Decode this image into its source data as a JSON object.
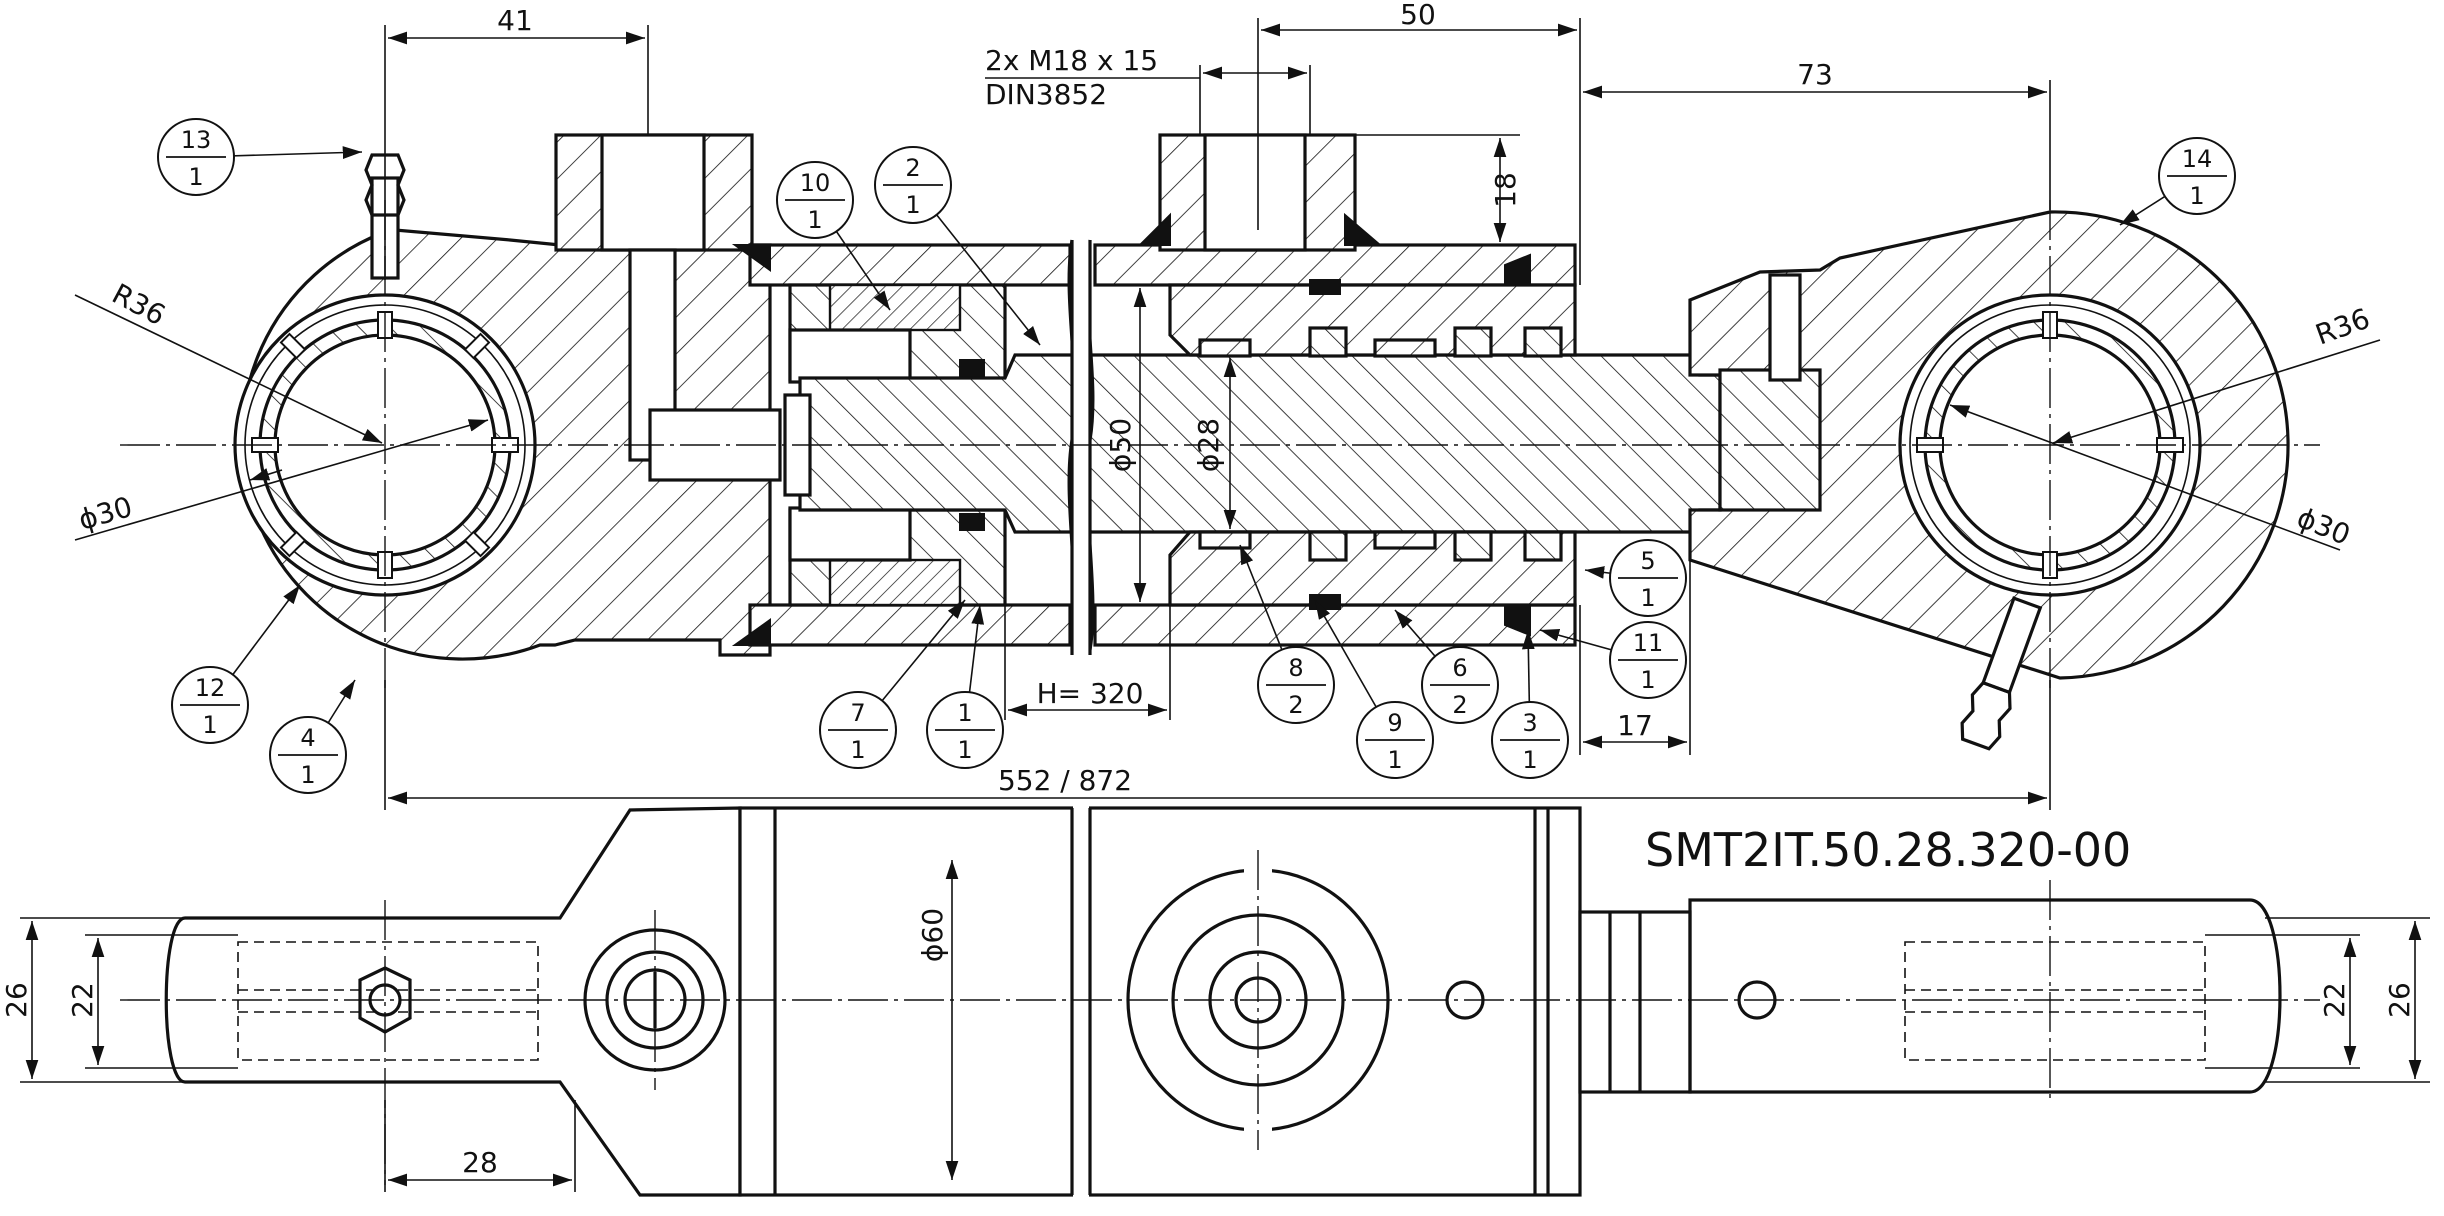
{
  "part_number": "SMT2IT.50.28.320-00",
  "note_thread": {
    "line1": "2x M18 x 15",
    "line2": "DIN3852"
  },
  "dims": {
    "d41": "41",
    "d50": "50",
    "d73": "73",
    "d18": "18",
    "d17": "17",
    "r36_left": "R36",
    "r36_right": "R36",
    "phi30_left": "ϕ30",
    "phi30_right": "ϕ30",
    "phi50": "ϕ50",
    "phi28": "ϕ28",
    "stroke": "H= 320",
    "length": "552 / 872",
    "phi60": "ϕ60",
    "d26_left": "26",
    "d22_left": "22",
    "d22_right": "22",
    "d26_right": "26",
    "d28": "28"
  },
  "balloons": [
    {
      "top": "13",
      "bottom": "1"
    },
    {
      "top": "10",
      "bottom": "1"
    },
    {
      "top": "2",
      "bottom": "1"
    },
    {
      "top": "14",
      "bottom": "1"
    },
    {
      "top": "5",
      "bottom": "1"
    },
    {
      "top": "11",
      "bottom": "1"
    },
    {
      "top": "12",
      "bottom": "1"
    },
    {
      "top": "4",
      "bottom": "1"
    },
    {
      "top": "7",
      "bottom": "1"
    },
    {
      "top": "1",
      "bottom": "1"
    },
    {
      "top": "8",
      "bottom": "2"
    },
    {
      "top": "9",
      "bottom": "1"
    },
    {
      "top": "6",
      "bottom": "2"
    },
    {
      "top": "3",
      "bottom": "1"
    }
  ]
}
